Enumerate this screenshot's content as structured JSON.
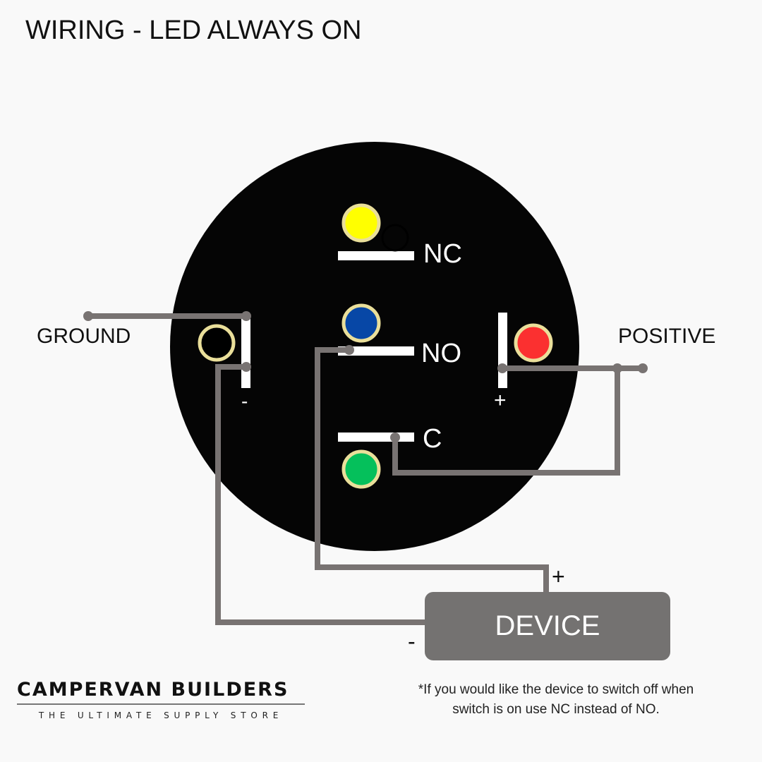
{
  "title": "WIRING - LED ALWAYS ON",
  "labels": {
    "ground": "GROUND",
    "positive": "POSITIVE",
    "nc": "NC",
    "no": "NO",
    "c": "C",
    "minus_terminal": "-",
    "plus_terminal": "+",
    "device": "DEVICE",
    "device_plus": "+",
    "device_minus": "-"
  },
  "leds": [
    {
      "name": "yellow-led",
      "color": "#ffff00"
    },
    {
      "name": "blue-led",
      "color": "#0747a6"
    },
    {
      "name": "red-led",
      "color": "#fb3030"
    },
    {
      "name": "green-led",
      "color": "#05c05b"
    },
    {
      "name": "black-led",
      "color": "#000000"
    }
  ],
  "colors": {
    "switch_body": "#050505",
    "wire": "#787372",
    "led_ring": "#eadf9a",
    "terminal": "#ffffff",
    "device_box": "#747271"
  },
  "logo": {
    "brand": "CAMPERVAN BUILDERS",
    "tagline": "THE ULTIMATE SUPPLY STORE"
  },
  "note": {
    "line1": "*If you would like the device to switch off when",
    "line2": "switch is on use NC instead of NO."
  }
}
